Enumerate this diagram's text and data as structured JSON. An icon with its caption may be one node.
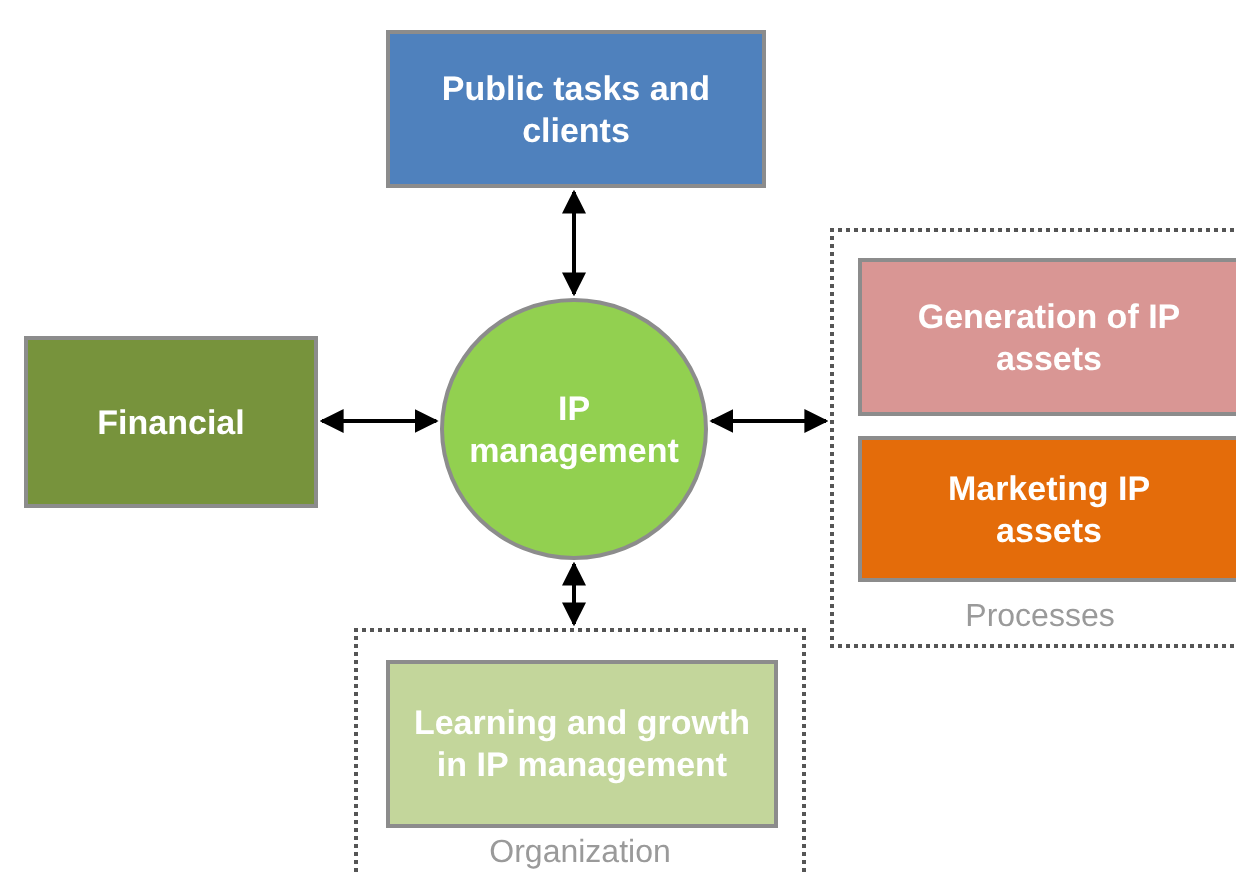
{
  "diagram": {
    "nodes": [
      {
        "text": [
          "Public tasks and clients"
        ]
      },
      {
        "text": [
          "Financial"
        ]
      },
      {
        "text": [
          "IP management"
        ]
      },
      {
        "text": [
          "Processes"
        ]
      },
      {
        "text": [
          "Generation of IP assets"
        ],
        "in": 3
      },
      {
        "text": [
          "Marketing IP assets"
        ],
        "in": 3
      },
      {
        "text": [
          "Organization"
        ]
      },
      {
        "text": [
          "Learning and growth in IP management"
        ],
        "in": 6
      }
    ],
    "edges": [
      {
        "from": 2,
        "to": 0,
        "arrow": "both"
      },
      {
        "from": 1,
        "to": 2,
        "arrow": "both"
      },
      {
        "from": 2,
        "to": 3,
        "arrow": "both"
      },
      {
        "from": 2,
        "to": 6,
        "arrow": "both"
      }
    ]
  }
}
